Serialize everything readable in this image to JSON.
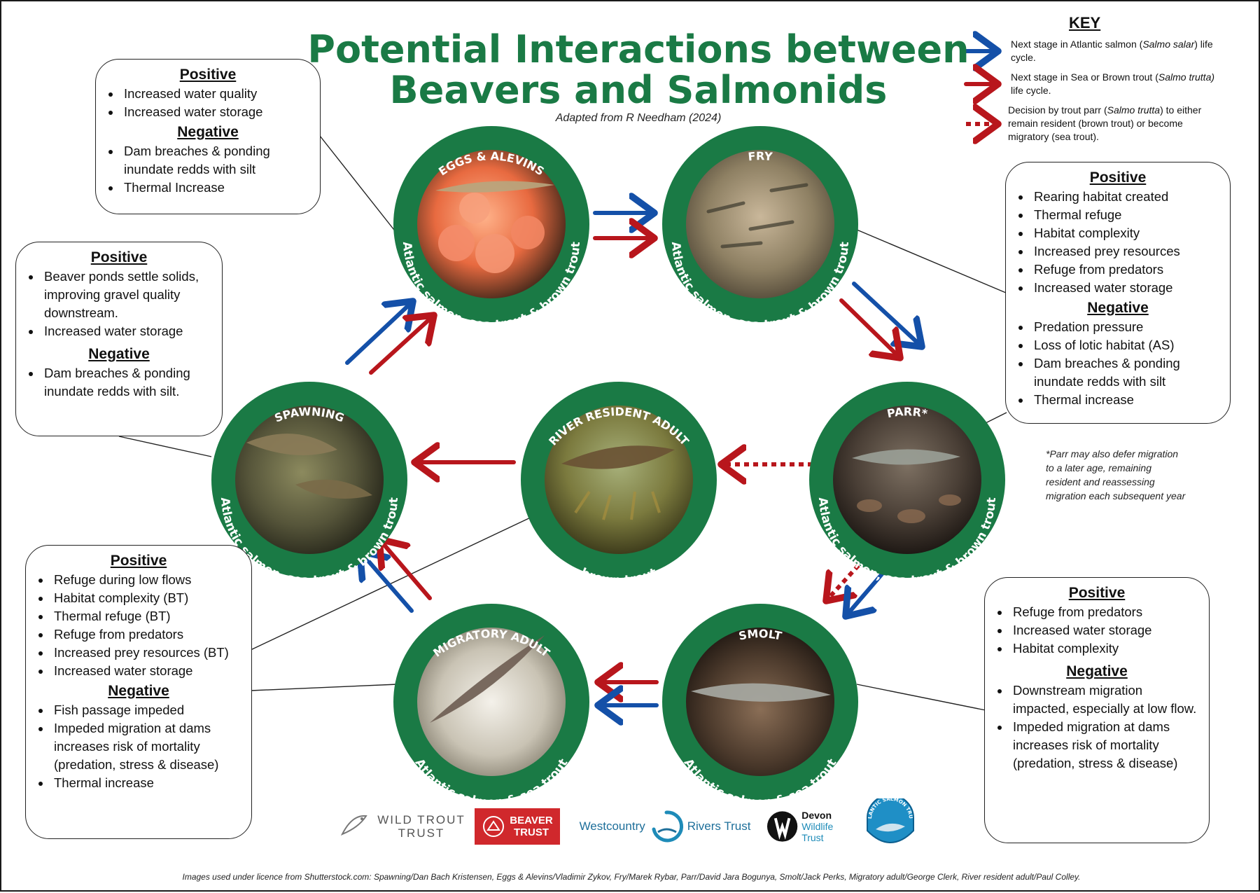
{
  "header": {
    "title_line1": "Potential Interactions between",
    "title_line2": "Beavers and Salmonids",
    "subtitle": "Adapted from R Needham (2024)"
  },
  "key": {
    "title": "KEY",
    "blue_pre": "Next stage in Atlantic salmon (",
    "blue_species": "Salmo salar",
    "blue_post": ") life cycle.",
    "red_pre": "Next stage in Sea or Brown trout (",
    "red_species": "Salmo trutta)",
    "red_post": " life cycle.",
    "dotted_pre": "Decision by trout parr (",
    "dotted_species": "Salmo trutta",
    "dotted_post": ") to either remain resident (brown trout) or become migratory (sea trout).",
    "colors": {
      "blue": "#1450a8",
      "red": "#b8161c",
      "green": "#1a7a45"
    }
  },
  "stages": {
    "eggs": {
      "title": "EGGS & ALEVINS",
      "species": "Atlantic salmon, sea trout & brown trout"
    },
    "fry": {
      "title": "FRY",
      "species": "Atlantic salmon, sea trout & brown trout"
    },
    "parr": {
      "title": "PARR*",
      "species": "Atlantic salmon, sea trout & brown trout"
    },
    "smolt": {
      "title": "SMOLT",
      "species": "Atlantic salmon & sea trout"
    },
    "migratory": {
      "title": "MIGRATORY ADULT",
      "species": "Atlantic salmon & sea trout"
    },
    "spawning": {
      "title": "SPAWNING",
      "species": "Atlantic salmon, sea trout & brown trout"
    },
    "resident": {
      "title": "RIVER RESIDENT ADULT",
      "species": "brown trout"
    }
  },
  "boxes": {
    "positive_heading": "Positive",
    "negative_heading": "Negative",
    "eggs": {
      "positive": [
        "Increased water quality",
        "Increased water storage"
      ],
      "negative": [
        "Dam breaches & ponding inundate redds with silt",
        "Thermal Increase"
      ]
    },
    "spawning": {
      "positive": [
        "Beaver ponds settle solids, improving gravel quality downstream.",
        "Increased water storage"
      ],
      "negative": [
        "Dam breaches & ponding inundate redds with silt."
      ]
    },
    "fry_parr": {
      "positive": [
        "Rearing habitat created",
        "Thermal refuge",
        "Habitat complexity",
        "Increased prey resources",
        "Refuge from predators",
        "Increased water storage"
      ],
      "negative": [
        "Predation pressure",
        "Loss of lotic habitat (AS)",
        "Dam breaches & ponding inundate redds with silt",
        "Thermal increase"
      ]
    },
    "migratory": {
      "positive": [
        "Refuge during low flows",
        "Habitat complexity (BT)",
        "Thermal refuge (BT)",
        "Refuge from predators",
        "Increased prey resources (BT)",
        "Increased water storage"
      ],
      "negative": [
        "Fish passage impeded",
        "Impeded migration at dams increases risk of mortality (predation, stress & disease)",
        "Thermal increase"
      ]
    },
    "smolt": {
      "positive": [
        "Refuge from predators",
        "Increased water storage",
        "Habitat complexity"
      ],
      "negative": [
        "Downstream migration impacted, especially at low flow.",
        "Impeded migration at dams increases risk of mortality (predation, stress & disease)"
      ]
    }
  },
  "parr_note": "*Parr may also defer migration to a later age, remaining resident and reassessing migration each subsequent year",
  "logos": {
    "wild_trout_1": "WILD TROUT",
    "wild_trout_2": "TRUST",
    "beaver_1": "BEAVER",
    "beaver_2": "TRUST",
    "westcountry": "Westcountry",
    "rivers_trust": "Rivers Trust",
    "devon": "Devon",
    "wildlife_trust": "Wildlife Trust",
    "atlantic_salmon_trust": "ATLANTIC SALMON TRUST"
  },
  "footer": "Images used under licence from Shutterstock.com: Spawning/Dan Bach Kristensen, Eggs & Alevins/Vladimir Zykov, Fry/Marek Rybar, Parr/David Jara Bogunya, Smolt/Jack Perks, Migratory adult/George Clerk, River resident adult/Paul Colley."
}
